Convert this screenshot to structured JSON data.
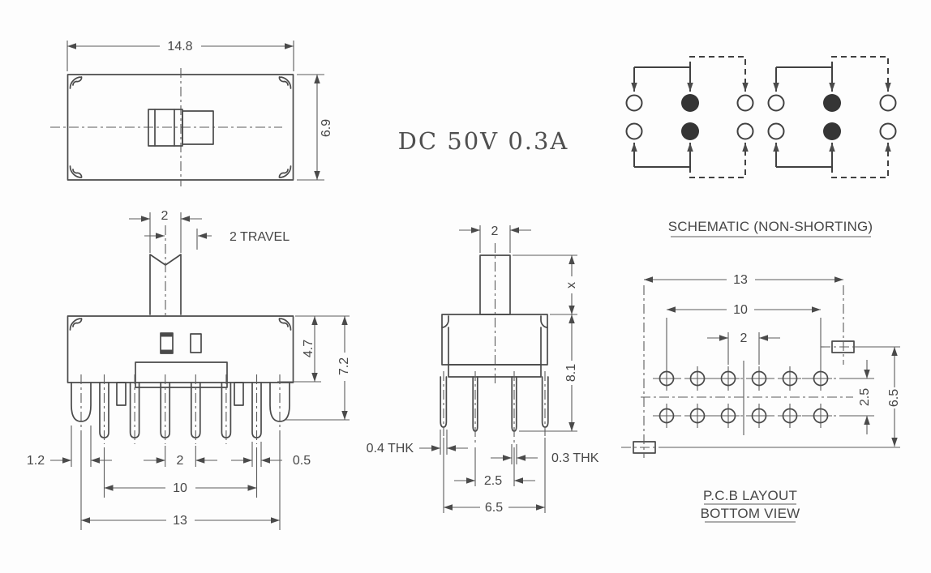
{
  "colors": {
    "background": "#fdfdfd",
    "line": "#4a4a4a",
    "text": "#474747"
  },
  "rating": {
    "text": "DC  50V 0.3A"
  },
  "top_view": {
    "dim_width": "14.8",
    "dim_height": "6.9"
  },
  "front_view": {
    "dim_knob_width": "2",
    "dim_travel": "2 TRAVEL",
    "dim_upper_height": "4.7",
    "dim_height": "7.2",
    "dim_tab_width": "1.2",
    "dim_pin_pitch": "2",
    "dim_pin_width": "0.5",
    "dim_pin_span": "10",
    "dim_tab_span": "13"
  },
  "side_view": {
    "dim_knob_width": "2",
    "dim_knob_height": "x",
    "dim_height": "8.1",
    "dim_side_tab_thickness": "0.4 THK",
    "dim_pin_thickness": "0.3 THK",
    "dim_row_pitch": "2.5",
    "dim_width": "6.5"
  },
  "schematic": {
    "caption": "SCHEMATIC (NON-SHORTING)"
  },
  "pcb_layout": {
    "dim_tab_span": "13",
    "dim_pad_span": "10",
    "dim_pad_pitch": "2",
    "dim_row_pitch": "2.5",
    "dim_width": "6.5",
    "caption_line1": "P.C.B LAYOUT",
    "caption_line2": "BOTTOM VIEW"
  }
}
